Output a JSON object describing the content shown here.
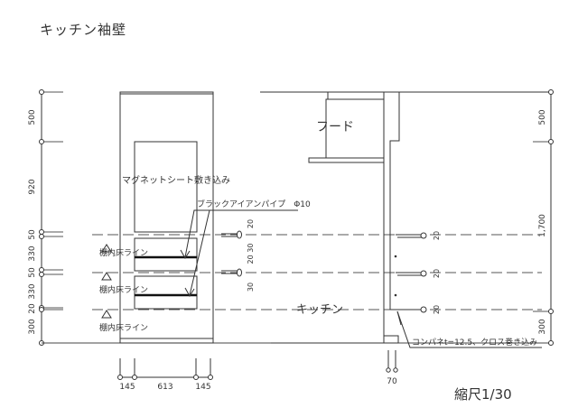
{
  "title": "キッチン袖壁",
  "scale_label": "縮尺1/30",
  "labels": {
    "magnet_sheet": "マグネットシート敷き込み",
    "black_iron_pipe": "ブラックアイアンパイプ　Φ10",
    "shelf_floor_line": "棚内床ライン",
    "hood": "フード",
    "kitchen": "キッチン",
    "finish_note": "コンパネt=12.5、クロス巻き込み"
  },
  "left_dims": [
    "500",
    "920",
    "50",
    "330",
    "50",
    "330",
    "20",
    "300"
  ],
  "right_dims": [
    "500",
    "1,700",
    "300"
  ],
  "bottom_dims": [
    "145",
    "613",
    "145"
  ],
  "bottom_dim_right": "70",
  "pipe_dims_mid": [
    "20",
    "20 30",
    "30"
  ],
  "pipe_dims_right": [
    "20",
    "20",
    "20"
  ]
}
